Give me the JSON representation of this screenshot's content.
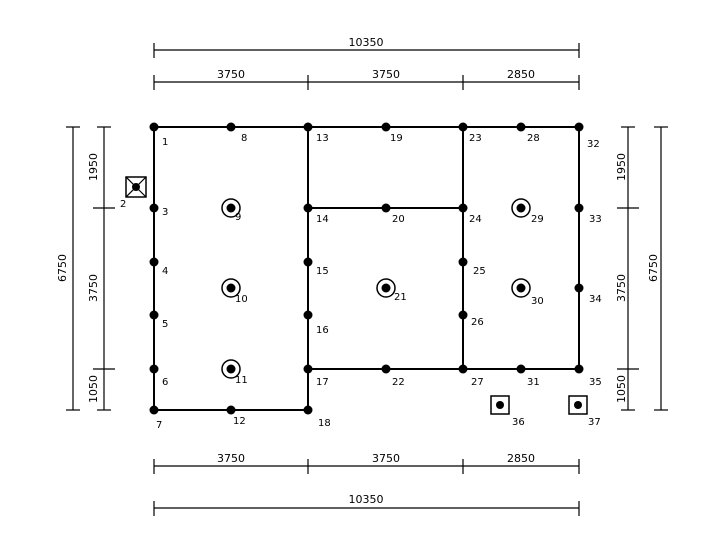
{
  "dimensions": {
    "top_total": "10350",
    "top_segments": [
      "3750",
      "3750",
      "2850"
    ],
    "bottom_segments": [
      "3750",
      "3750",
      "2850"
    ],
    "bottom_total": "10350",
    "left_total": "6750",
    "left_segments": [
      "1950",
      "3750",
      "1050"
    ],
    "right_segments": [
      "1950",
      "3750",
      "1050"
    ],
    "right_total": "6750"
  },
  "points": {
    "1": "1",
    "2": "2",
    "3": "3",
    "4": "4",
    "5": "5",
    "6": "6",
    "7": "7",
    "8": "8",
    "9": "9",
    "10": "10",
    "11": "11",
    "12": "12",
    "13": "13",
    "14": "14",
    "15": "15",
    "16": "16",
    "17": "17",
    "18": "18",
    "19": "19",
    "20": "20",
    "21": "21",
    "22": "22",
    "23": "23",
    "24": "24",
    "25": "25",
    "26": "26",
    "27": "27",
    "28": "28",
    "29": "29",
    "30": "30",
    "31": "31",
    "32": "32",
    "33": "33",
    "34": "34",
    "35": "35",
    "36": "36",
    "37": "37"
  }
}
